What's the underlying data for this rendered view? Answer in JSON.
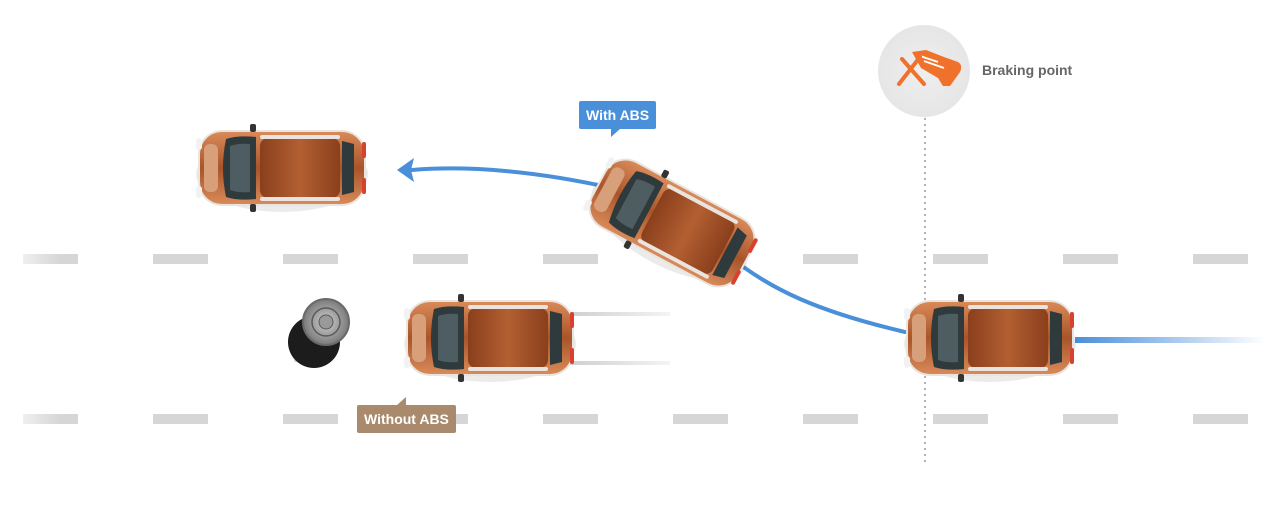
{
  "labels": {
    "with_abs": "With ABS",
    "without_abs": "Without ABS",
    "braking_point": "Braking point"
  },
  "icons": {
    "braking": "foot-on-brake-pedal-icon",
    "obstacle": "manhole-obstacle-icon",
    "arrow": "arrow-left-icon"
  },
  "colors": {
    "with_abs": "#4a8fd9",
    "without_abs": "#a98a6c",
    "car_body": "#b9653a",
    "brake_icon": "#f0712b",
    "lane_marking": "#d6d6d6"
  }
}
